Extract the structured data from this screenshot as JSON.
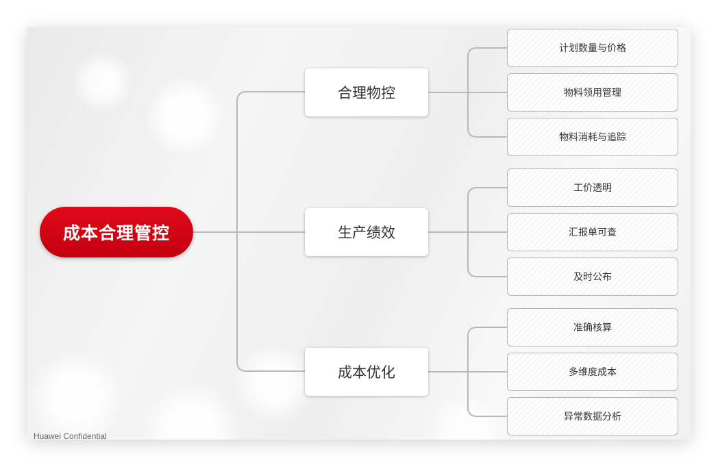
{
  "root": {
    "label": "成本合理管控",
    "color": "#d40613"
  },
  "branches": [
    {
      "label": "合理物控",
      "items": [
        "计划数量与价格",
        "物料领用管理",
        "物料消耗与追踪"
      ]
    },
    {
      "label": "生产绩效",
      "items": [
        "工价透明",
        "汇报单可查",
        "及时公布"
      ]
    },
    {
      "label": "成本优化",
      "items": [
        "准确核算",
        "多维度成本",
        "异常数据分析"
      ]
    }
  ],
  "footer": {
    "text": "Huawei Confidential"
  }
}
